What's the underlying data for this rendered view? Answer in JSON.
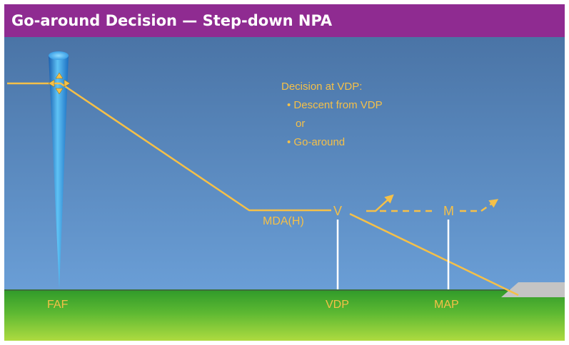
{
  "title": "Go-around Decision — Step-down NPA",
  "decision_note": {
    "heading": "Decision at VDP:",
    "option1": "• Descent from VDP",
    "connector": "or",
    "option2": "• Go-around"
  },
  "labels": {
    "mda": "MDA(H)",
    "vdp_marker": "V",
    "map_marker": "M"
  },
  "ground_labels": {
    "faf": "FAF",
    "vdp": "VDP",
    "map": "MAP"
  },
  "colors": {
    "title_bar": "#8f2b91",
    "sky_top": "#4a74a6",
    "sky_bottom": "#6a9ed6",
    "ground_top": "#2f9a2a",
    "ground_bottom": "#a9d93e",
    "path": "#f5c048",
    "marker_post": "#ffffff",
    "runway": "#c4c4c4",
    "beacon_cone": "#2a8fdc"
  }
}
